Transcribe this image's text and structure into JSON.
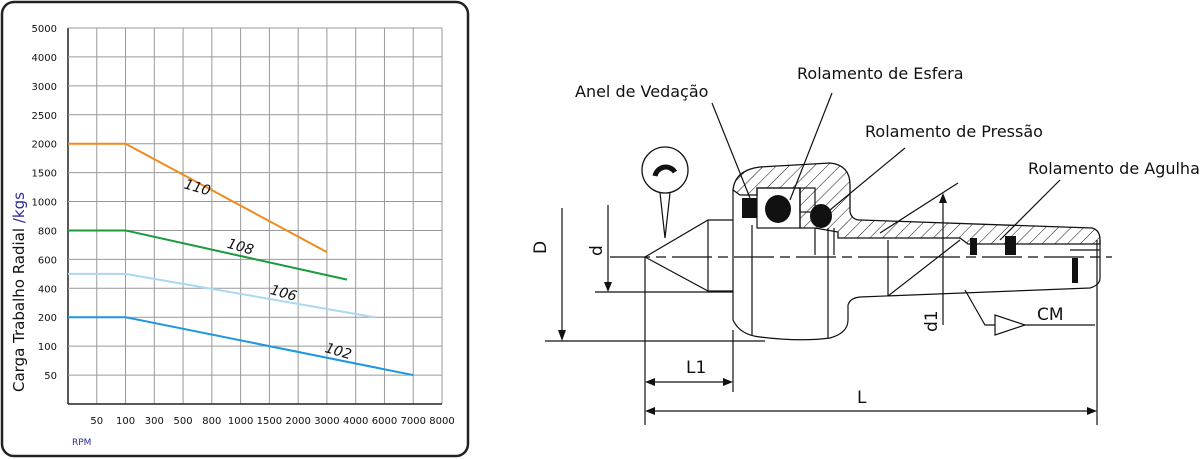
{
  "chart_data": {
    "type": "line",
    "title": "",
    "ylabel_main": "Carga Trabalho Radial",
    "ylabel_unit": "/kgs",
    "xlabel": "RPM",
    "x_ticks": [
      "50",
      "100",
      "300",
      "500",
      "800",
      "1000",
      "1500",
      "2000",
      "3000",
      "4000",
      "6000",
      "7000",
      "8000"
    ],
    "y_ticks": [
      "50",
      "100",
      "200",
      "400",
      "600",
      "800",
      "1000",
      "1500",
      "2000",
      "2500",
      "3000",
      "4000",
      "5000"
    ],
    "x_scale": "categorical-ticks",
    "y_scale": "categorical-ticks",
    "grid": true,
    "series": [
      {
        "name": "110",
        "color": "#f08a1c",
        "points": [
          [
            0,
            2000
          ],
          [
            100,
            2000
          ],
          [
            3000,
            650
          ]
        ],
        "label_at": [
          650,
          1250
        ]
      },
      {
        "name": "108",
        "color": "#1a9a3c",
        "points": [
          [
            0,
            800
          ],
          [
            100,
            800
          ],
          [
            3700,
            460
          ]
        ],
        "label_at": [
          1000,
          690
        ]
      },
      {
        "name": "106",
        "color": "#a9d8f2",
        "points": [
          [
            0,
            500
          ],
          [
            100,
            500
          ],
          [
            5300,
            200
          ]
        ],
        "label_at": [
          1750,
          370
        ]
      },
      {
        "name": "102",
        "color": "#1e96e0",
        "points": [
          [
            0,
            200
          ],
          [
            100,
            200
          ],
          [
            7000,
            50
          ]
        ],
        "label_at": [
          3400,
          92
        ]
      }
    ]
  },
  "diagram": {
    "labels": {
      "seal": "Anel de Vedação",
      "ball": "Rolamento de Esfera",
      "thrust": "Rolamento de Pressão",
      "needle": "Rolamento de Agulha"
    },
    "dims": {
      "D": "D",
      "d": "d",
      "d1": "d1",
      "CM": "CM",
      "L1": "L1",
      "L": "L"
    }
  }
}
